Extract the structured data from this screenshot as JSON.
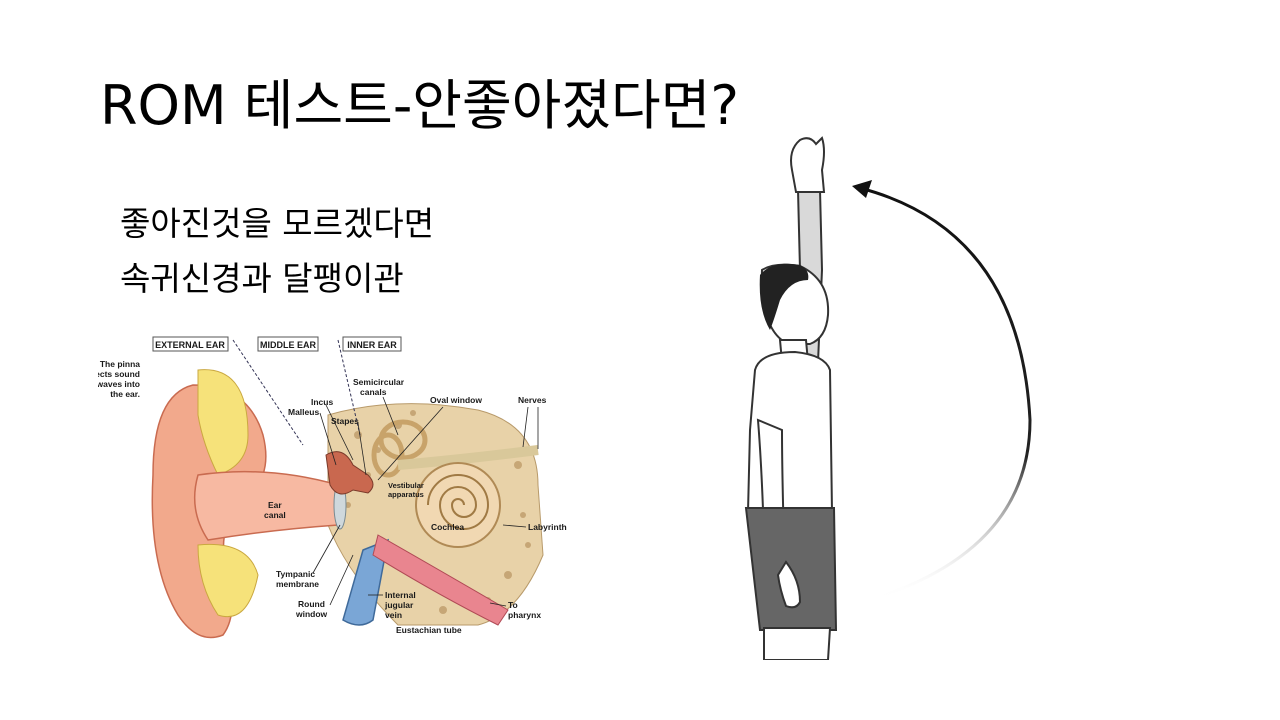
{
  "slide": {
    "title": "ROM 테스트-안좋아졌다면?",
    "lines": [
      "좋아진것을 모르겠다면",
      "속귀신경과 달팽이관"
    ]
  },
  "ear_diagram": {
    "sections": [
      "EXTERNAL EAR",
      "MIDDLE EAR",
      "INNER EAR"
    ],
    "pinna_note": [
      "The pinna",
      "directs sound",
      "waves into",
      "the ear."
    ],
    "labels": {
      "incus": "Incus",
      "malleus": "Malleus",
      "stapes": "Stapes",
      "semicircular": [
        "Semicircular",
        "canals"
      ],
      "oval_window": "Oval window",
      "nerves": "Nerves",
      "vestibular": [
        "Vestibular",
        "apparatus"
      ],
      "ear_canal": [
        "Ear",
        "canal"
      ],
      "cochlea": "Cochlea",
      "labyrinth": "Labyrinth",
      "tympanic": [
        "Tympanic",
        "membrane"
      ],
      "round_window": [
        "Round",
        "window"
      ],
      "jugular": [
        "Internal",
        "jugular",
        "vein"
      ],
      "pharynx": [
        "To",
        "pharynx"
      ],
      "eustachian": "Eustachian tube"
    }
  },
  "colors": {
    "skin": "#f2a98c",
    "cartilage": "#f6e27a",
    "bone": "#e8d2a8",
    "vein": "#7aa6d6",
    "shorts": "#666666"
  }
}
